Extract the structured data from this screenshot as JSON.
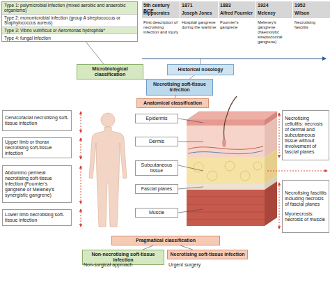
{
  "diagram": {
    "nodes": [
      {
        "text": [
          "Type 1: polymicrobial infection (mixed aerobic and anaerobic organisms)",
          "Type 2: monomicrobial infection (group A streptococcus or Staphylococcus aureus)",
          "Type 3: Vibrio vulnificus or Aeromonas hydrophila*",
          "Type 4: fungal infection"
        ]
      },
      {
        "text": [
          "Microbiological classification"
        ]
      },
      {
        "text": [
          "Historical nosology"
        ]
      },
      {
        "text": [
          "Necrotising soft-tissue infection"
        ]
      },
      {
        "text": [
          "Anatomical classification"
        ]
      },
      {
        "text": [
          "Cervicofacial necrotising soft-tissue infection"
        ]
      },
      {
        "text": [
          "Upper limb or thorax necrotising soft-tissue infection"
        ]
      },
      {
        "text": [
          "Abdomino perineal necrotising soft-tissue infection (Fournier's gangrene or Meleney's synergistic gangrene)"
        ]
      },
      {
        "text": [
          "Lower limb necrotising soft-tissue infection"
        ]
      },
      {
        "text": [
          "Epidermis"
        ]
      },
      {
        "text": [
          "Dermis"
        ]
      },
      {
        "text": [
          "Subcutaneous tissue"
        ]
      },
      {
        "text": [
          "Fascial planes"
        ]
      },
      {
        "text": [
          "Muscle"
        ]
      },
      {
        "text": [
          "Necrotising cellulitis: necrosis of dermal and subcutaneous tissue without involvement of fascial planes"
        ]
      },
      {
        "text": [
          "Necrotising fasciitis including necrosis of fascial planes",
          "Myonecrosis: necrosis of muscle"
        ]
      },
      {
        "text": [
          "Pragmatical classification"
        ]
      },
      {
        "text": [
          "Non-necrotising soft-tissue infection"
        ]
      },
      {
        "text": [
          "Necrotising soft-tissue infection"
        ]
      }
    ],
    "edges": [
      {
        "from": 3,
        "to": 1,
        "arrow": "none"
      },
      {
        "from": 3,
        "to": 2,
        "arrow": "none"
      },
      {
        "from": 3,
        "to": 4,
        "arrow": "none"
      },
      {
        "from": 1,
        "to": 0,
        "arrow": "none"
      },
      {
        "from": 16,
        "to": 17,
        "arrow": "none"
      },
      {
        "from": 16,
        "to": 18,
        "arrow": "none"
      }
    ],
    "labels": [
      "5th century BCE",
      "Hippocrates",
      "First description of necrotising infection and injury",
      "1871",
      "Joseph Jones",
      "Hospital gangrene during the wartime",
      "1883",
      "Alfred Fournier",
      "Fournier's gangrene",
      "1924",
      "Meleney",
      "Meleney's gangrene (haemolytic streptococcal gangrene)",
      "1952",
      "Wilson",
      "Necrotising fasciitis",
      "Non-surgical approach",
      "Urgent surgery"
    ]
  }
}
